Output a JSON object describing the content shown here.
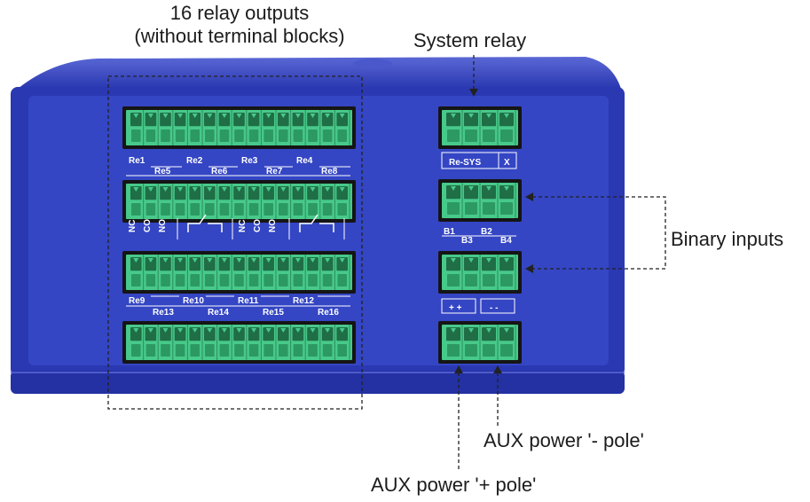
{
  "callouts": {
    "relay_outputs_line1": "16 relay outputs",
    "relay_outputs_line2": "(without terminal blocks)",
    "system_relay": "System relay",
    "binary_inputs": "Binary inputs",
    "aux_minus": "AUX power '- pole'",
    "aux_plus": "AUX power '+ pole'"
  },
  "device_labels": {
    "row1_top": [
      "Re1",
      "Re2",
      "Re3",
      "Re4"
    ],
    "row1_bottom": [
      "Re5",
      "Re6",
      "Re7",
      "Re8"
    ],
    "row2_contacts": [
      "NC",
      "CO",
      "NO",
      "NC",
      "CO",
      "NO"
    ],
    "row3_top": [
      "Re9",
      "Re10",
      "Re11",
      "Re12"
    ],
    "row3_bottom": [
      "Re13",
      "Re14",
      "Re15",
      "Re16"
    ],
    "sys_relay": [
      "Re-SYS",
      "X"
    ],
    "binary_top": [
      "B1",
      "B2"
    ],
    "binary_bottom": [
      "B3",
      "B4"
    ],
    "aux_signs": [
      "+ +",
      "- -"
    ]
  },
  "colors": {
    "enclosure": "#2e3db8",
    "panel": "#3446c4",
    "terminal": "#47c98a",
    "terminal_dark": "#1f6e46",
    "header_black": "#151515",
    "callout_line": "#222222"
  }
}
